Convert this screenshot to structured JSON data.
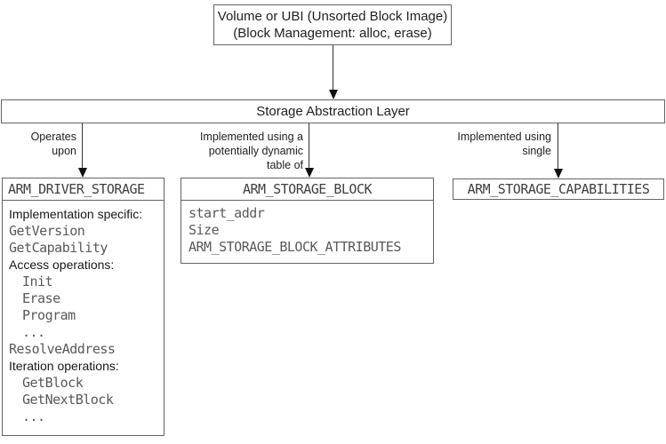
{
  "diagram": {
    "top_box": {
      "line1": "Volume or UBI (Unsorted Block Image)",
      "line2": "(Block Management: alloc, erase)"
    },
    "abstraction_layer": {
      "title": "Storage Abstraction Layer"
    },
    "edges": [
      {
        "label_lines": [
          "Operates",
          "upon"
        ]
      },
      {
        "label_lines": [
          "Implemented using a",
          "potentially dynamic",
          "table of"
        ]
      },
      {
        "label_lines": [
          "Implemented using",
          "single"
        ]
      }
    ],
    "driver_storage_box": {
      "title": "ARM_DRIVER_STORAGE",
      "rows": [
        {
          "text": "Implementation specific:",
          "style": "label"
        },
        {
          "text": "GetVersion",
          "style": "mono"
        },
        {
          "text": "GetCapability",
          "style": "mono"
        },
        {
          "text": "Access operations:",
          "style": "label"
        },
        {
          "text": "Init",
          "style": "mono-indent"
        },
        {
          "text": "Erase",
          "style": "mono-indent"
        },
        {
          "text": "Program",
          "style": "mono-indent"
        },
        {
          "text": "...",
          "style": "mono-indent"
        },
        {
          "text": "ResolveAddress",
          "style": "mono"
        },
        {
          "text": "Iteration operations:",
          "style": "label"
        },
        {
          "text": "GetBlock",
          "style": "mono-indent"
        },
        {
          "text": "GetNextBlock",
          "style": "mono-indent"
        },
        {
          "text": "...",
          "style": "mono-indent"
        }
      ]
    },
    "storage_block_box": {
      "title": "ARM_STORAGE_BLOCK",
      "rows": [
        "start_addr",
        "Size",
        "ARM_STORAGE_BLOCK_ATTRIBUTES"
      ]
    },
    "capabilities_box": {
      "title": "ARM_STORAGE_CAPABILITIES"
    },
    "colors": {
      "border": "#636363",
      "text_dark": "#1f1f1f",
      "mono_gray": "#595959",
      "arrow": "#111111"
    }
  }
}
